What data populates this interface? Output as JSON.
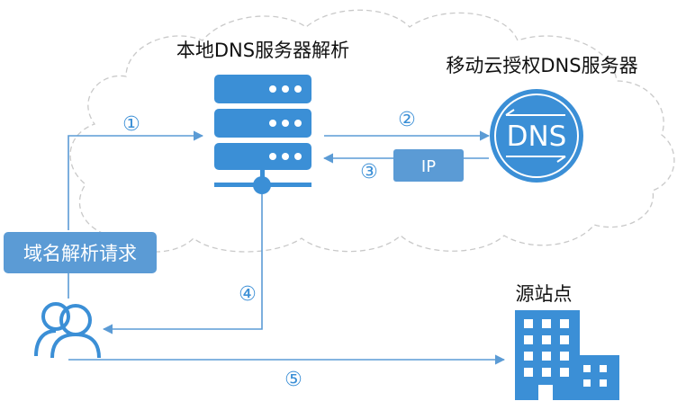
{
  "labels": {
    "local_dns": "本地DNS服务器解析",
    "auth_dns": "移动云授权DNS服务器",
    "origin": "源站点",
    "request": "域名解析请求",
    "ip": "IP",
    "dns_badge": "DNS"
  },
  "steps": {
    "s1": "①",
    "s2": "②",
    "s3": "③",
    "s4": "④",
    "s5": "⑤"
  },
  "colors": {
    "primary": "#3b8fd6",
    "arrow": "#5b9bd5",
    "box": "#5b9bd5",
    "cloud_stroke": "#c9c9c9",
    "text": "#111111",
    "step": "#3b8fd6"
  },
  "icons": {
    "server": "server-stack-icon",
    "dns": "dns-server-icon",
    "user": "users-icon",
    "building": "building-icon"
  }
}
